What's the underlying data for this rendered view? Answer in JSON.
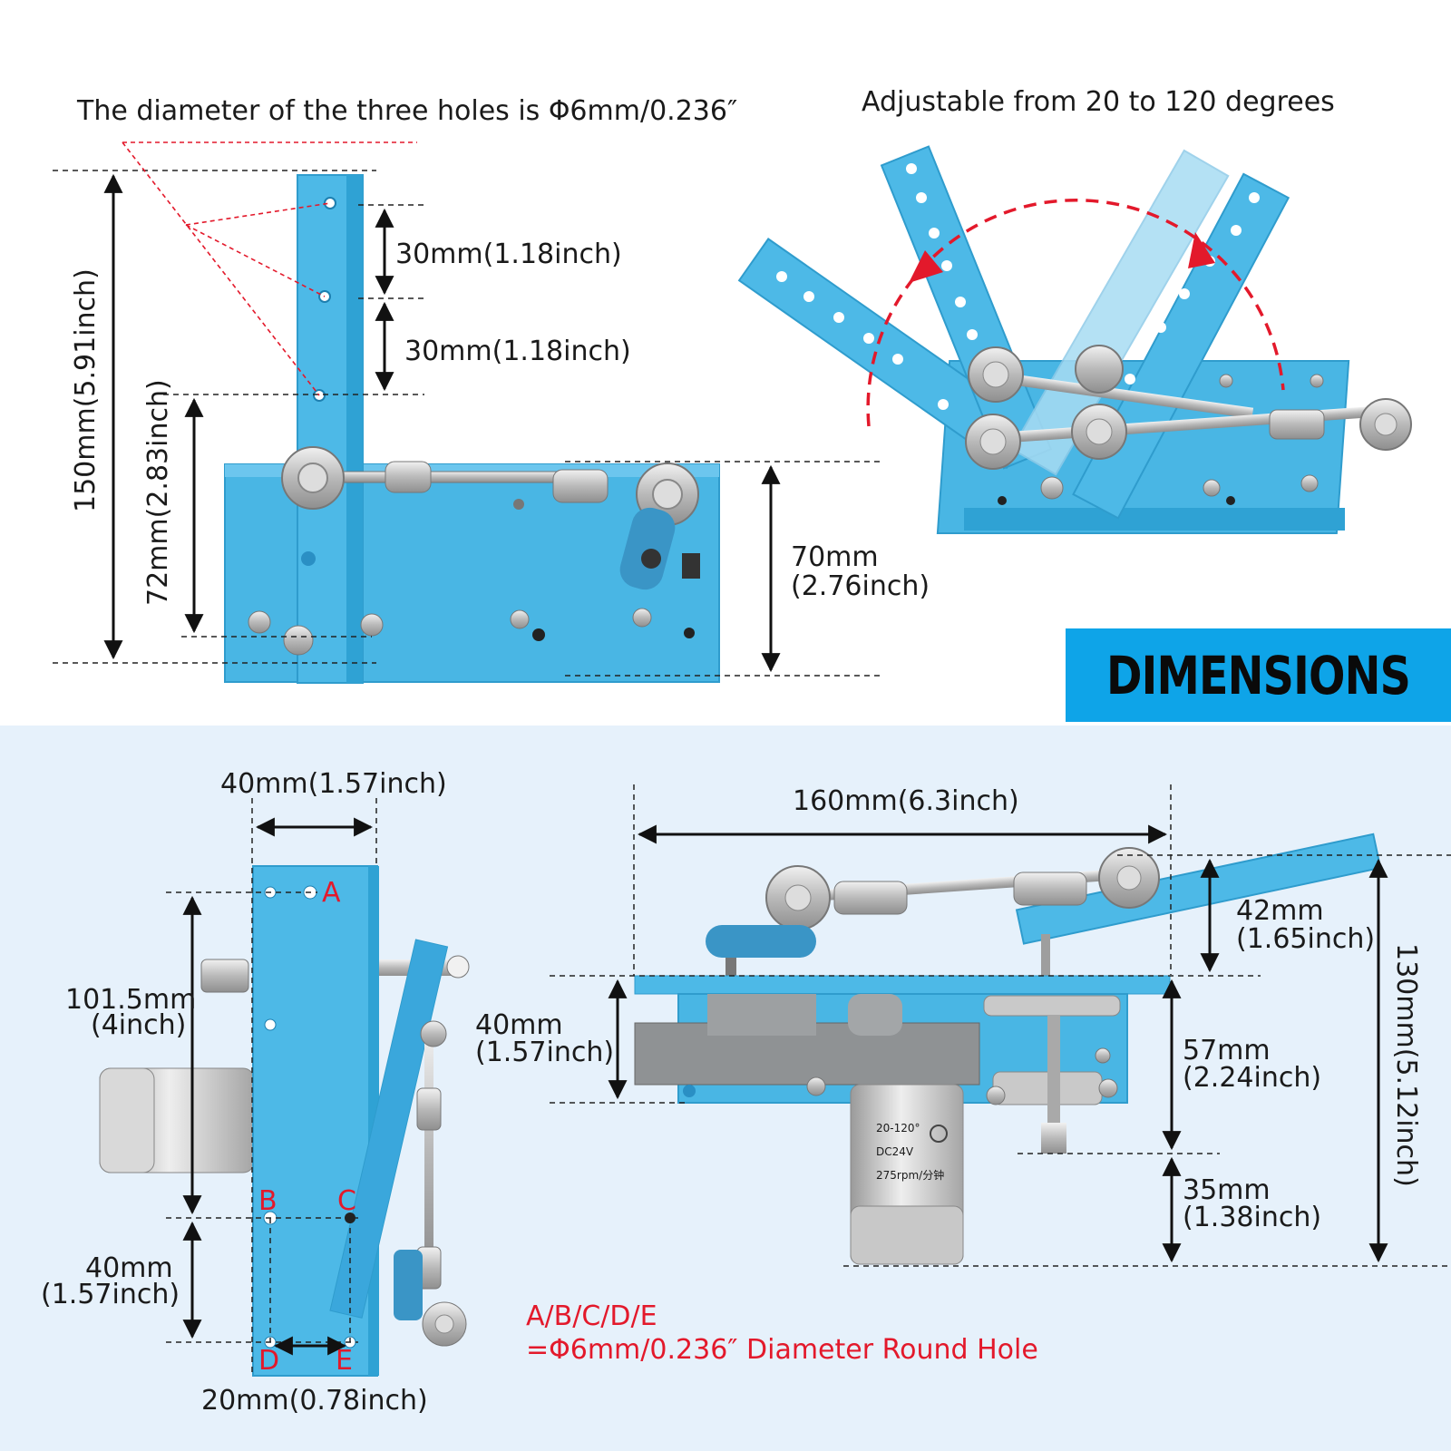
{
  "colors": {
    "bracket_blue": "#49b6e4",
    "bracket_blue_dark": "#2f9ccd",
    "banner_blue": "#0ea4e8",
    "bottom_panel": "#e6f1fb",
    "annotation_red": "#e3192b",
    "dimension_black": "#111111"
  },
  "top_left": {
    "holes_note": "The diameter of the three holes is Φ6mm/0.236″",
    "dim_30_upper": "30mm(1.18inch)",
    "dim_30_lower": "30mm(1.18inch)",
    "dim_150": "150mm(5.91inch)",
    "dim_72": "72mm(2.83inch)",
    "dim_70_line1": "70mm",
    "dim_70_line2": "(2.76inch)"
  },
  "top_right": {
    "range_note": "Adjustable from 20 to 120 degrees"
  },
  "banner": {
    "title": "DIMENSIONS"
  },
  "bottom_left": {
    "dim_40_top": "40mm(1.57inch)",
    "dim_101_line1": "101.5mm",
    "dim_101_line2": "(4inch)",
    "dim_40_side_line1": "40mm",
    "dim_40_side_line2": "(1.57inch)",
    "dim_20": "20mm(0.78inch)",
    "hole_a": "A",
    "hole_b": "B",
    "hole_c": "C",
    "hole_d": "D",
    "hole_e": "E",
    "holes_note_line1": "A/B/C/D/E",
    "holes_note_line2": "=Φ6mm/0.236″ Diameter Round Hole"
  },
  "bottom_right": {
    "dim_160": "160mm(6.3inch)",
    "dim_42_line1": "42mm",
    "dim_42_line2": "(1.65inch)",
    "dim_40_line1": "40mm",
    "dim_40_line2": "(1.57inch)",
    "dim_57_line1": "57mm",
    "dim_57_line2": "(2.24inch)",
    "dim_35_line1": "35mm",
    "dim_35_line2": "(1.38inch)",
    "dim_130": "130mm(5.12inch)",
    "motor_text_1": "20-120°",
    "motor_text_2": "DC24V",
    "motor_text_3": "275rpm/分钟"
  }
}
